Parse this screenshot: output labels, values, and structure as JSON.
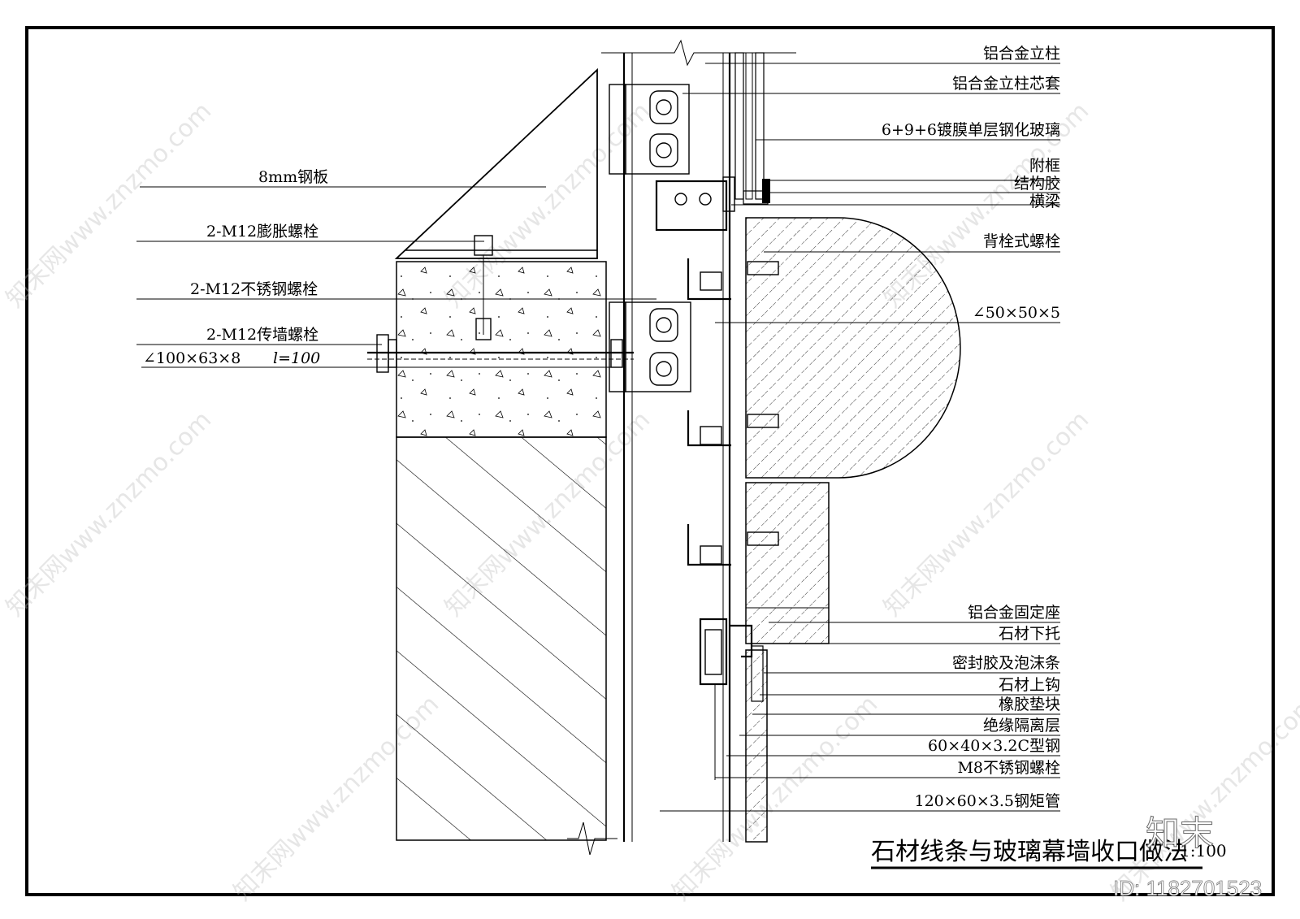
{
  "labels": {
    "right": [
      "铝合金立柱",
      "铝合金立柱芯套",
      "6+9+6镀膜单层钢化玻璃",
      "附框",
      "结构胶",
      "横梁",
      "背栓式螺栓",
      "∠50×50×5",
      "铝合金固定座",
      "石材下托",
      "密封胶及泡沫条",
      "石材上钩",
      "橡胶垫块",
      "绝缘隔离层",
      "60×40×3.2C型钢",
      "M8不锈钢螺栓",
      "120×60×3.5钢矩管"
    ],
    "left": [
      "8mm钢板",
      "2-M12膨胀螺栓",
      "2-M12不锈钢螺栓",
      "2-M12传墙螺栓",
      "∠100×63×8",
      "l=100"
    ]
  },
  "title": "石材线条与玻璃幕墙收口做法",
  "scale": "1:100",
  "watermark": {
    "text": "知末网www.znzmo.com",
    "id": "ID: 1182701523",
    "logo": "知末"
  }
}
